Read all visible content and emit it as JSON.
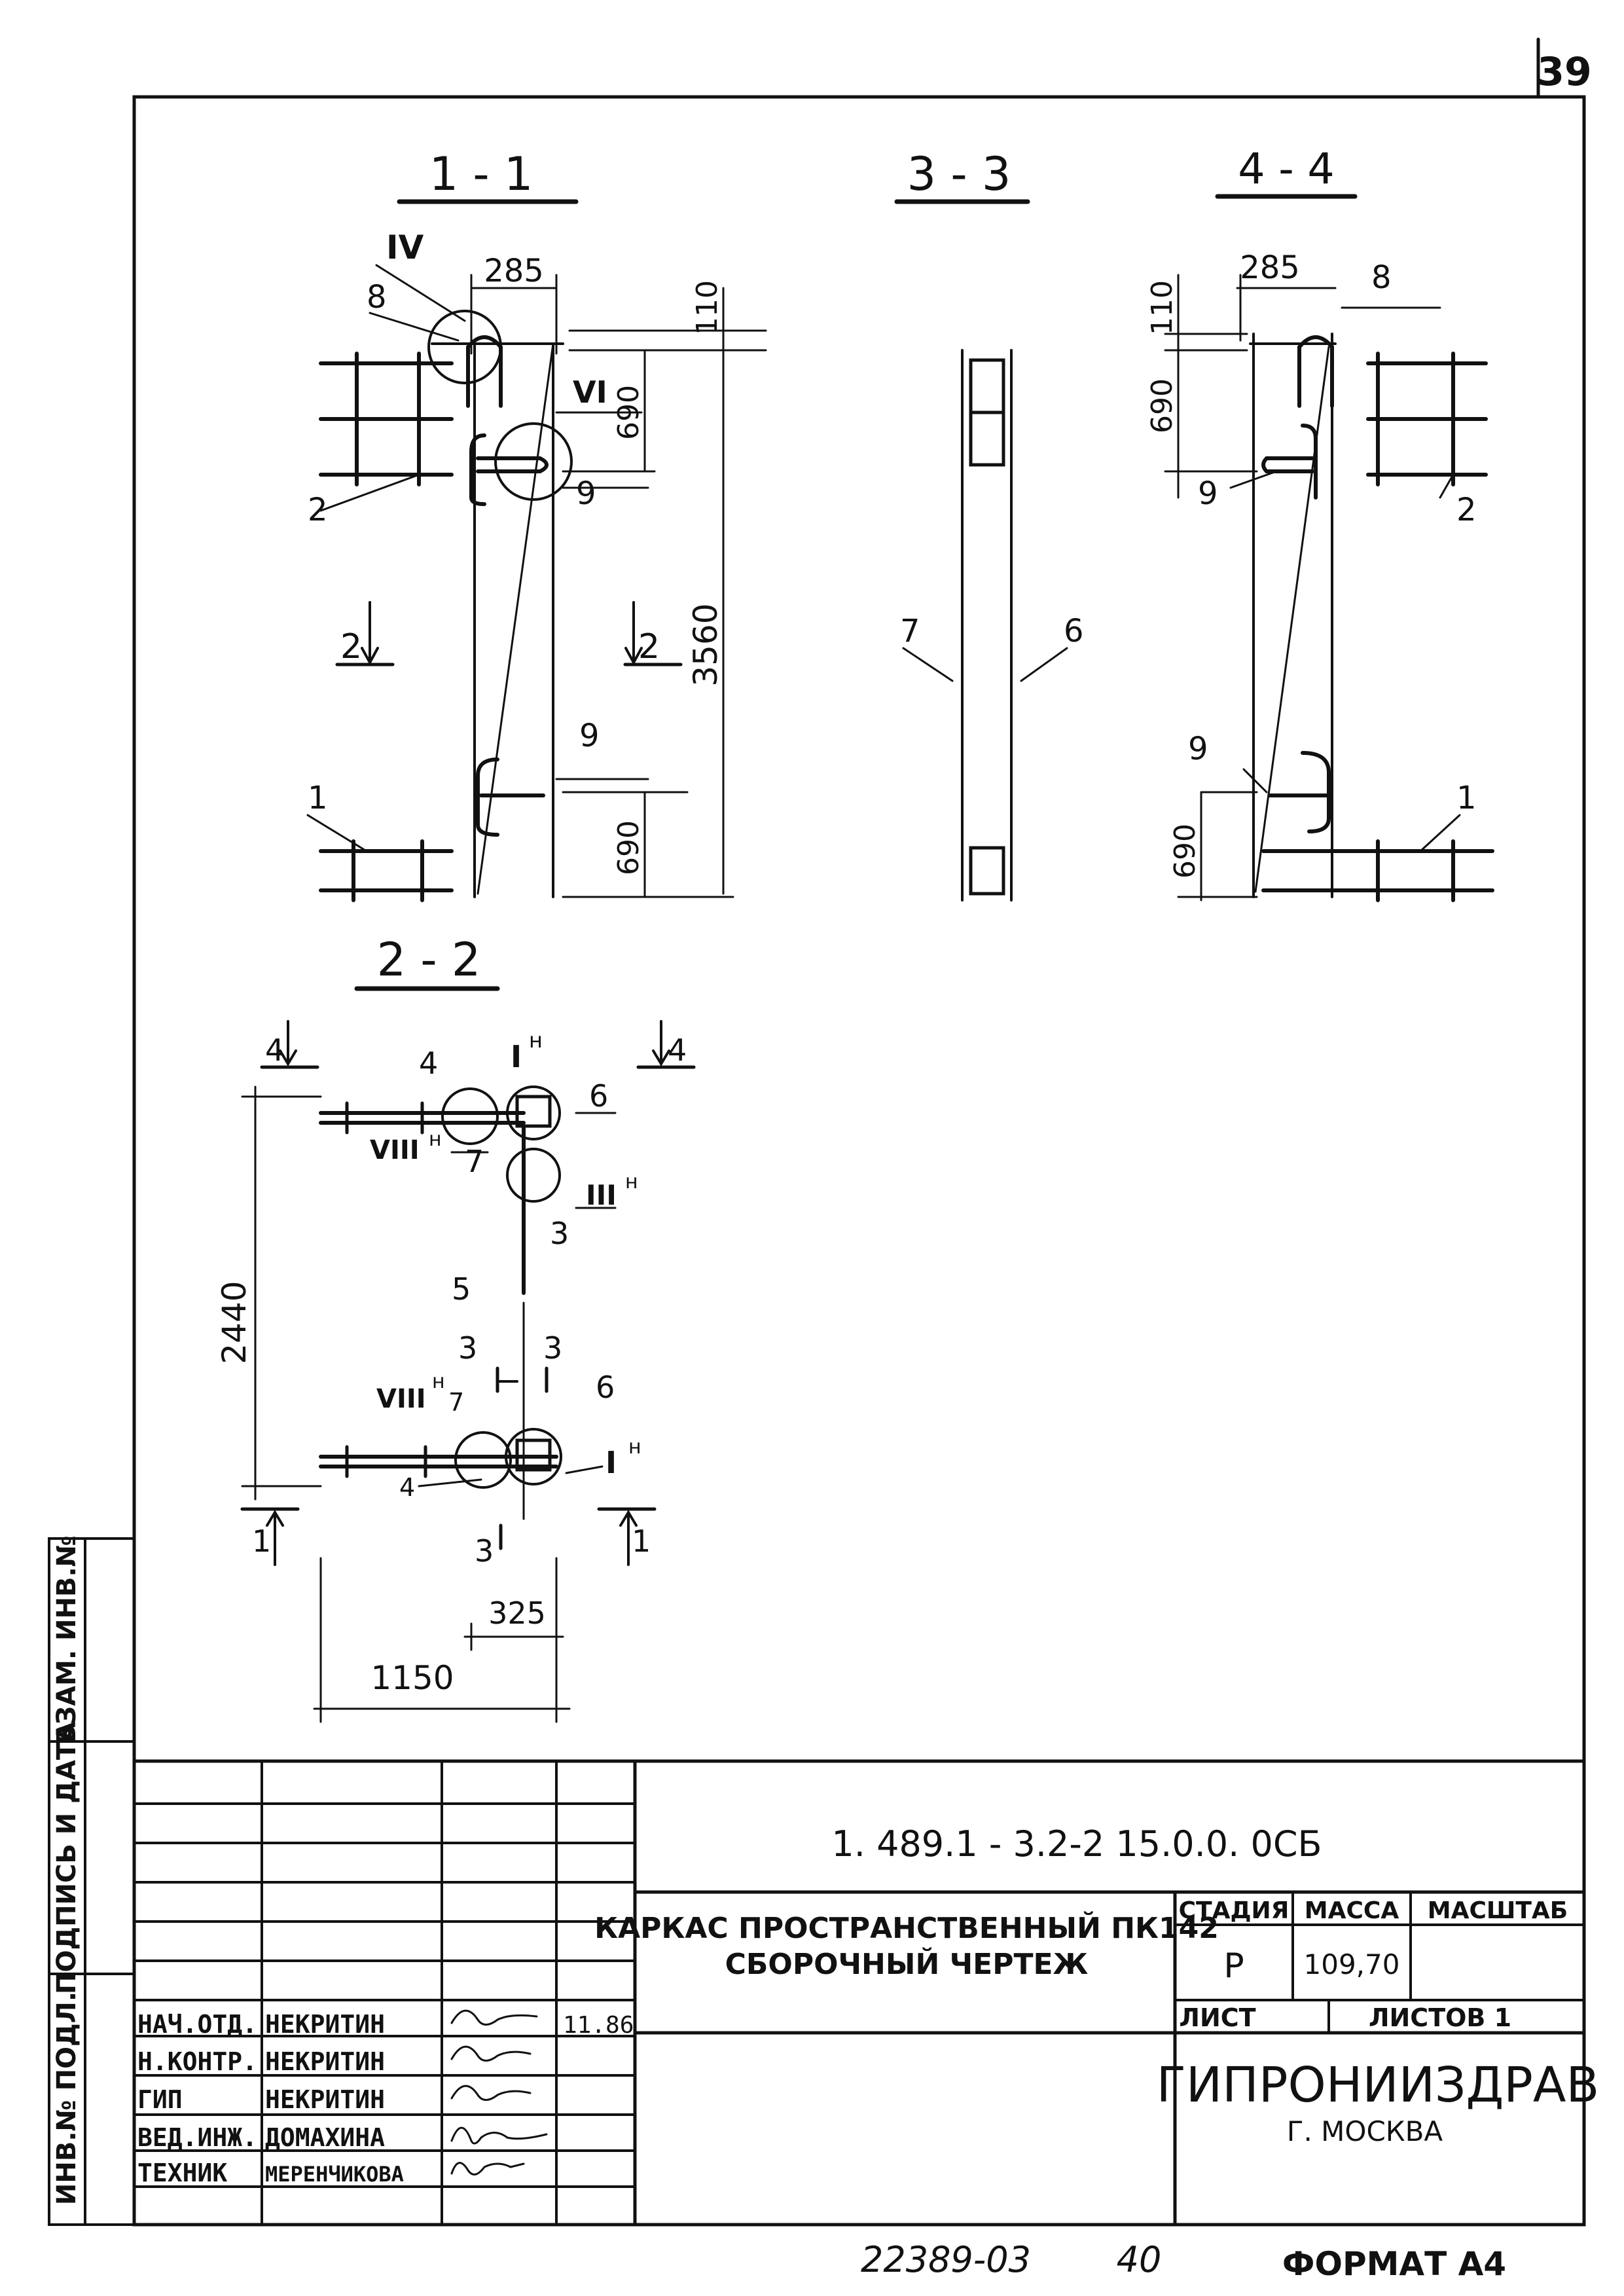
{
  "sheet_number": "39",
  "sections": {
    "s11": "1 - 1",
    "s33": "3 - 3",
    "s44": "4 - 4",
    "s22": "2 - 2"
  },
  "s11": {
    "dim_285": "285",
    "dim_110": "110",
    "dim_690_top": "690",
    "dim_3560": "3560",
    "dim_690_bot": "690",
    "mark_IV": "IV",
    "mark_VI": "VI",
    "pos_8": "8",
    "pos_9a": "9",
    "pos_9b": "9",
    "pos_2": "2",
    "pos_1": "1",
    "cut_2_left": "2",
    "cut_2_right": "2"
  },
  "s33": {
    "pos_7": "7",
    "pos_6": "6"
  },
  "s44": {
    "dim_285": "285",
    "dim_110": "110",
    "dim_690_top": "690",
    "dim_690_bot": "690",
    "pos_8": "8",
    "pos_9a": "9",
    "pos_9b": "9",
    "pos_2": "2",
    "pos_1": "1"
  },
  "s22": {
    "cut_4_left": "4",
    "cut_4_right": "4",
    "pos_4_top": "4",
    "mark_I_top": "I",
    "mark_H": "н",
    "pos_6_top": "6",
    "mark_VIII_top": "VIII",
    "pos_7_top": "7",
    "mark_III": "III",
    "pos_3_a": "3",
    "pos_5": "5",
    "dim_2440": "2440",
    "cut_3_a": "3",
    "cut_3_b": "3",
    "mark_VIII_bot": "VIII",
    "pos_7_bot": "7",
    "pos_6_bot": "6",
    "mark_I_bot": "I",
    "pos_4_bot": "4",
    "cut_1_left": "1",
    "cut_1_right": "1",
    "cut_3_bot": "3",
    "dim_325": "325",
    "dim_1150": "1150"
  },
  "side_stamp": {
    "vzam": "ВЗАМ. ИНВ.№",
    "podpis": "ПОДПИСЬ И ДАТА",
    "inv": "ИНВ.№ ПОДЛ."
  },
  "title_block": {
    "doc_code": "1. 489.1 - 3.2-2 15.0.0. 0СБ",
    "title_line1": "КАРКАС ПРОСТРАНСТВЕННЫЙ ПК142",
    "title_line2": "СБОРОЧНЫЙ ЧЕРТЕЖ",
    "stage_label": "СТАДИЯ",
    "mass_label": "МАССА",
    "scale_label": "МАСШТАБ",
    "stage_value": "Р",
    "mass_value": "109,70",
    "sheet_label": "ЛИСТ",
    "sheets_label": "ЛИСТОВ 1",
    "org_name": "ГИПРОНИИЗДРАВ",
    "org_city": "Г. МОСКВА",
    "staff": [
      {
        "role": "НАЧ.ОТД.",
        "name": "НЕКРИТИН",
        "date": "11.86"
      },
      {
        "role": "Н.КОНТР.",
        "name": "НЕКРИТИН",
        "date": ""
      },
      {
        "role": "ГИП",
        "name": "НЕКРИТИН",
        "date": ""
      },
      {
        "role": "ВЕД.ИНЖ.",
        "name": "ДОМАХИНА",
        "date": ""
      },
      {
        "role": "ТЕХНИК",
        "name": "МЕРЕНЧИКОВА",
        "date": ""
      }
    ]
  },
  "footer": {
    "number": "22389-03",
    "page": "40",
    "format": "ФОРМАТ А4"
  }
}
